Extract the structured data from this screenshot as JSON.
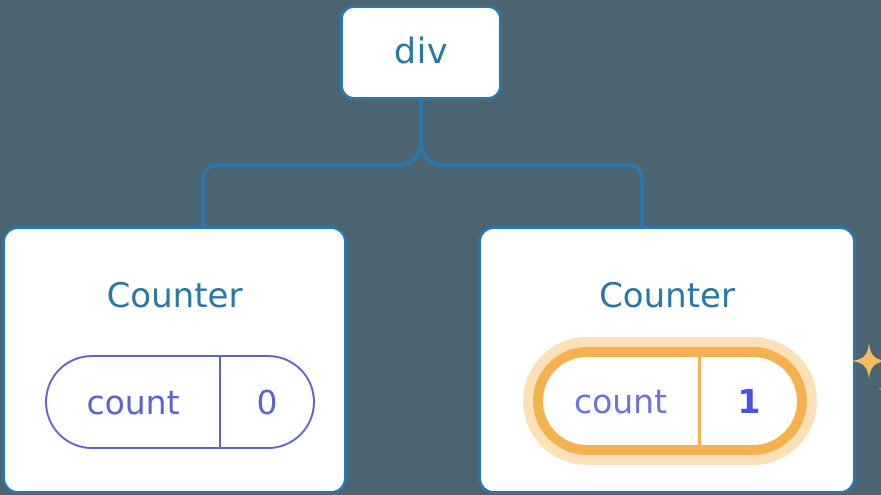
{
  "diagram": {
    "background_color": "#4A6571",
    "accent_blue": "#2B77A8",
    "accent_purple": "#5B63D3",
    "accent_orange": "#F4B24E",
    "accent_orange_glow": "#FCE0B8",
    "root": {
      "label": "div"
    },
    "connector": {
      "color": "#2B77A8",
      "style": "rounded-tree-split"
    },
    "children": [
      {
        "title": "Counter",
        "state": {
          "key": "count",
          "value": "0"
        },
        "highlighted": false
      },
      {
        "title": "Counter",
        "state": {
          "key": "count",
          "value": "1"
        },
        "highlighted": true,
        "sparkle_icons": [
          "sparkle-large",
          "sparkle-small"
        ]
      }
    ]
  }
}
